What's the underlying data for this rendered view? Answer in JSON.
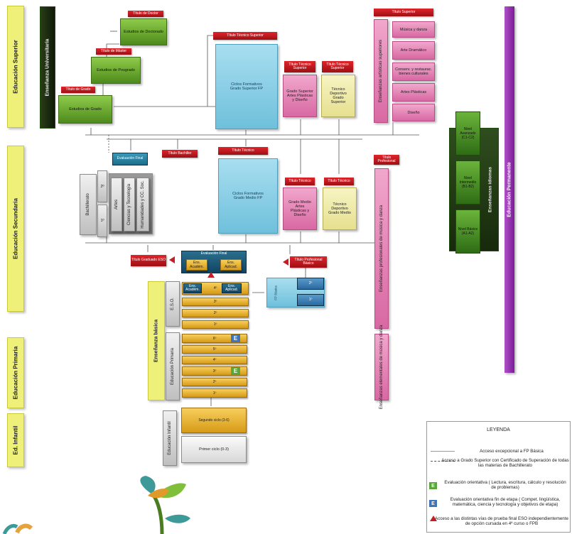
{
  "stages": {
    "superior": "Educación Superior",
    "secundaria": "Educación Secundaria",
    "primaria": "Educación Primaria",
    "infantil": "Ed. Infantil",
    "permanente": "Educación Permanente"
  },
  "university": {
    "label": "Enseñanza Universitaria",
    "titulo_doctor": "Título de Doctor",
    "doctorado": "Estudios de Doctorado",
    "titulo_master": "Título de Máster",
    "posgrado": "Estudios de Posgrado",
    "titulo_grado": "Título de Grado",
    "grado": "Estudios de Grado"
  },
  "fp_superior": {
    "titulo": "Título Técnico Superior",
    "box": "Ciclos Formativos Grado Superior FP"
  },
  "artes_superior": {
    "titulo": "Título Técnico Superior",
    "box": "Grado Superior Artes Plásticas y Diseño"
  },
  "deportivo_superior": {
    "titulo": "Título Técnico Superior",
    "box": "Técnico Deportivo Grado Superior"
  },
  "artisticas": {
    "titulo": "Título Superior",
    "label": "Enseñanzas artísticas superiores",
    "items": [
      "Música y danza",
      "Arte Dramático",
      "Conserv. y restaurac. bienes culturales",
      "Artes Plásticas",
      "Diseño"
    ]
  },
  "idiomas": {
    "label": "Enseñanzas idiomas",
    "levels": [
      "Nivel Avanzado (C1-C2)",
      "Nivel Intermedio (B1-B2)",
      "Nivel Básico (A1-A2)"
    ]
  },
  "bachillerato": {
    "evaluacion": "Evaluación Final",
    "titulo": "Título Bachiller",
    "label": "Bachillerato",
    "courses": [
      "2º",
      "1º"
    ],
    "modalidades": [
      "Artes",
      "Ciencias y Tecnología",
      "Humanidades y CC. Soc."
    ]
  },
  "fp_medio": {
    "titulo": "Título Técnico",
    "box": "Ciclos Formativos Grado Medio FP"
  },
  "artes_medio": {
    "titulo": "Título Técnico",
    "box": "Grado Medio Artes Plásticas y Diseño"
  },
  "deportivo_medio": {
    "titulo": "Título Técnico",
    "box": "Técnico Deportivo Grado Medio"
  },
  "profesional": {
    "titulo": "Título Profesional",
    "label": "Enseñanzas profesionales de música y danza",
    "elemental": "Enseñanzas elementales de música y danza"
  },
  "eso": {
    "evaluacion": "Evaluación Final",
    "ens_academ": "Ens. Académ.",
    "ens_aplicad": "Ens. Aplicad.",
    "titulo": "Título Graduado ESO",
    "titulo_fpb": "Título Profesional Básico",
    "label": "E.S.O.",
    "cuarto": "4º",
    "courses": [
      "3º",
      "2º",
      "1º"
    ],
    "fpb": "FP Básica",
    "fpb_courses": [
      "2º",
      "1º"
    ]
  },
  "basica": {
    "label": "Enseñanza básica"
  },
  "primaria": {
    "label": "Educación Primaria",
    "courses": [
      "6º",
      "5º",
      "4º",
      "3º",
      "2º",
      "1º"
    ],
    "badge": "E"
  },
  "infantil": {
    "label": "Educación Infantil",
    "ciclo2": "Segundo ciclo (3-6)",
    "ciclo1": "Primer ciclo (0-3)"
  },
  "legend": {
    "title": "LEYENDA",
    "items": [
      "Acceso excepcional a FP Básica",
      "Acceso a Grado Superior con Certificado de Superación de todas las materias de Bachillerato",
      "Evaluación orientativa ( Lectura, escritura, cálculo y resolución de problemas)",
      "Evaluación orientativa fin de etapa ( Compet. lingüística, matemática, ciencia y tecnología y objetivos de etapa)",
      "Acceso a las distintas vías de prueba final ESO independientemente de opción cursada en 4º curso o FPB"
    ],
    "badge": "E"
  },
  "colors": {
    "green_badge": "#5aa63a",
    "blue_badge": "#3f74b8",
    "red_title": "#c81c22",
    "stage_yellow": "#eef07a",
    "permanente_purple": "#8b2aa8"
  }
}
